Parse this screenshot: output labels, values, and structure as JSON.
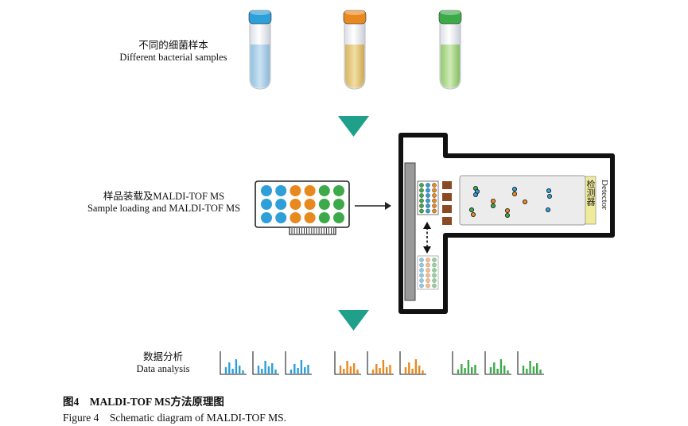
{
  "labels": {
    "samples_cn": "不同的细菌样本",
    "samples_en": "Different bacterial samples",
    "loading_cn": "样品装载及MALDI-TOF MS",
    "loading_en": "Sample loading and MALDI-TOF MS",
    "analysis_cn": "数据分析",
    "analysis_en": "Data analysis",
    "detector_cn": "检测器",
    "detector_en": "Detector"
  },
  "caption": {
    "cn": "图4　MALDI-TOF MS方法原理图",
    "en": "Figure 4　Schematic diagram of MALDI-TOF MS."
  },
  "colors": {
    "blue": "#2e9fd8",
    "orange": "#e8891f",
    "green": "#3daa4a",
    "teal_arrow": "#1fa08a",
    "detector_bg": "#f0eb9a",
    "electrode": "#8a4a24"
  },
  "tubes": [
    "blue",
    "orange",
    "green"
  ],
  "plate_columns": [
    "blue",
    "blue",
    "orange",
    "orange",
    "green",
    "green"
  ],
  "spectra_groups": [
    "blue",
    "orange",
    "green"
  ]
}
